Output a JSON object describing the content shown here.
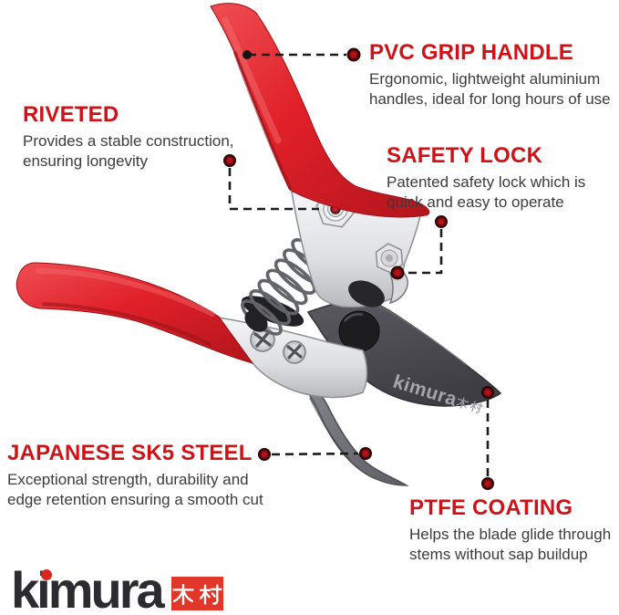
{
  "features": [
    {
      "id": "pvc-grip-handle",
      "title": "PVC GRIP HANDLE",
      "description": "Ergonomic, lightweight aluminium handles, ideal for long hours of use"
    },
    {
      "id": "riveted",
      "title": "RIVETED",
      "description": "Provides a stable construction, ensuring longevity"
    },
    {
      "id": "safety-lock",
      "title": "SAFETY LOCK",
      "description": "Patented safety lock which is quick and easy to operate"
    },
    {
      "id": "japanese-sk5-steel",
      "title": "JAPANESE SK5 STEEL",
      "description": "Exceptional strength, durability and edge retention ensuring a smooth cut"
    },
    {
      "id": "ptfe-coating",
      "title": "PTFE COATING",
      "description": "Helps the blade glide through stems without sap buildup"
    }
  ],
  "brand": {
    "logo": {
      "latin": "kimura",
      "kanji": "木村"
    },
    "blade_print": {
      "latin": "kimura",
      "kanji": "木村"
    }
  },
  "colors": {
    "accent_red": "#cf1217",
    "body_text": "#3c3c3c",
    "handle_red": "#e12b30",
    "logo_box_red": "#e1372b",
    "logo_text_dark": "#2b2b30",
    "blade_dark": "#47474c"
  }
}
